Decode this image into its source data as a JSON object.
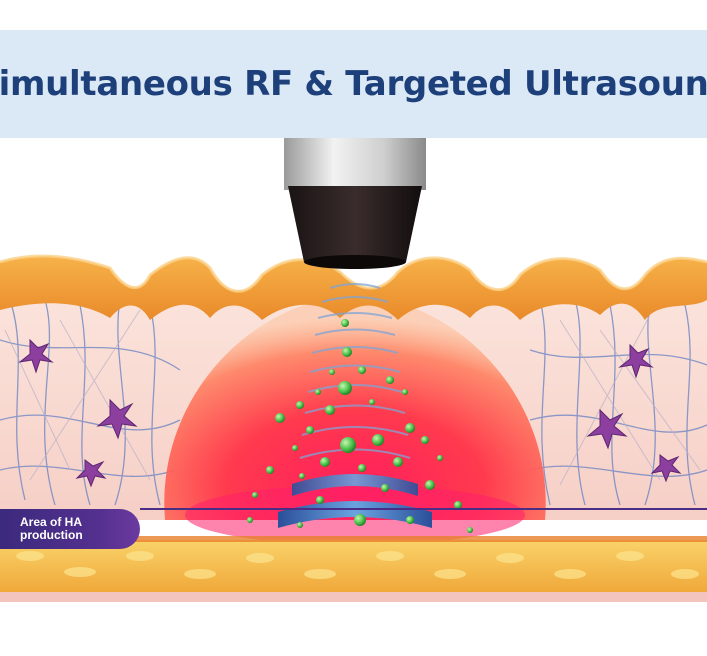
{
  "banner": {
    "title": "Simultaneous RF & Targeted Ultrasound"
  },
  "callout": {
    "line1": "Area of HA",
    "line2": "production"
  },
  "colors": {
    "banner_bg": "#dbe9f6",
    "title": "#1d3f7a",
    "label_pill": "#4a2d86",
    "rf_heat": "#ff2a55",
    "epidermis": "#f3a13a",
    "collagen_fibers": "#5b74b8",
    "fibroblast_cells": "#8c3f9e",
    "ha_particles": "#3fbf3f",
    "ultrasound_waves": "#3b6fbf",
    "fat_layer": "#f5c23a"
  },
  "icons": [
    "ultrasound-transducer-icon",
    "fibroblast-cell-icon",
    "ha-particle-icon",
    "ultrasound-wave-icon"
  ]
}
